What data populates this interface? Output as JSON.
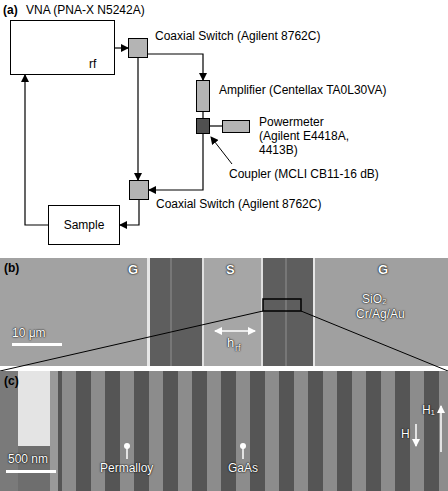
{
  "diagram": {
    "nodes": [
      {
        "text": [
          "VNA (PNA-X N5242A)",
          "rf"
        ]
      },
      {
        "text": [
          "Coaxial Switch (Agilent 8762C)"
        ]
      },
      {
        "text": [
          "Amplifier (Centellax TA0L30VA)"
        ]
      },
      {
        "text": [
          "Powermeter (Agilent E4418A, 4413B)"
        ]
      },
      {
        "text": [
          "Coupler (MCLI CB11-16 dB)"
        ]
      },
      {
        "text": [
          "Coaxial Switch (Agilent 8762C)"
        ]
      },
      {
        "text": [
          "Sample"
        ]
      }
    ],
    "edges": [
      {
        "from": 0,
        "to": 1,
        "arrow": "to"
      },
      {
        "from": 1,
        "to": 2,
        "arrow": "to"
      },
      {
        "from": 1,
        "to": 5,
        "arrow": "to"
      },
      {
        "from": 2,
        "to": 4,
        "arrow": "none"
      },
      {
        "from": 4,
        "to": 3,
        "arrow": "none"
      },
      {
        "from": 4,
        "to": 5,
        "arrow": "to"
      },
      {
        "from": 5,
        "to": 6,
        "arrow": "to"
      },
      {
        "from": 6,
        "to": 0,
        "arrow": "to"
      }
    ],
    "labels": [
      "(a)",
      "(b)",
      "G",
      "S",
      "G",
      "SiO₂",
      "Cr/Ag/Au",
      "10 μm",
      "h",
      "rf",
      "(c)",
      "500 nm",
      "Permalloy",
      "GaAs",
      "H",
      "H₁"
    ]
  }
}
